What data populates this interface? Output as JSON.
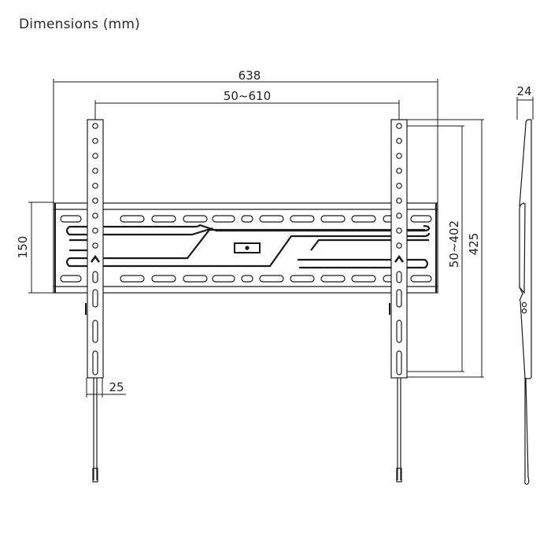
{
  "title": "Dimensions (mm)",
  "colors": {
    "line": "#1a1a1a",
    "background": "#ffffff"
  },
  "dimensions": {
    "overall_width": "638",
    "vesa_horizontal": "50~610",
    "plate_height": "150",
    "vesa_vertical": "50~402",
    "overall_height": "425",
    "profile_depth": "24",
    "arm_width": "25"
  }
}
